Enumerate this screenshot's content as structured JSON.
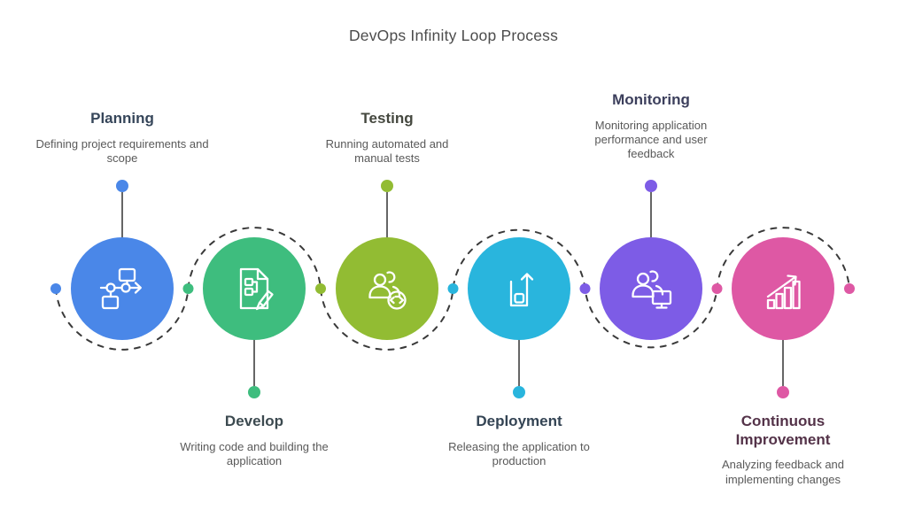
{
  "title": "DevOps Infinity Loop Process",
  "stages": [
    {
      "name": "Planning",
      "description": "Defining project requirements and scope",
      "color": "#4a87e8",
      "heading_color": "#36465a",
      "icon": "workflow-icon",
      "label_position": "top"
    },
    {
      "name": "Develop",
      "description": "Writing code and building the application",
      "color": "#3ebd7e",
      "heading_color": "#3c4a50",
      "icon": "document-edit-icon",
      "label_position": "bottom"
    },
    {
      "name": "Testing",
      "description": "Running automated and manual tests",
      "color": "#92bc33",
      "heading_color": "#45483f",
      "icon": "users-code-icon",
      "label_position": "top"
    },
    {
      "name": "Deployment",
      "description": "Releasing the application to production",
      "color": "#29b5dd",
      "heading_color": "#344454",
      "icon": "box-upload-icon",
      "label_position": "bottom"
    },
    {
      "name": "Monitoring",
      "description": "Monitoring application performance and user feedback",
      "color": "#7d5ce6",
      "heading_color": "#3c3f5c",
      "icon": "users-monitor-icon",
      "label_position": "top"
    },
    {
      "name": "Continuous Improvement",
      "description": "Analyzing feedback and implementing changes",
      "color": "#de58a4",
      "heading_color": "#543349",
      "icon": "growth-chart-icon",
      "label_position": "bottom"
    }
  ],
  "connector_dots": {
    "colors": [
      "#4a87e8",
      "#3ebd7e",
      "#92bc33",
      "#29b5dd",
      "#7d5ce6",
      "#de58a4",
      "#de58a4"
    ]
  },
  "colors": {
    "title_text": "#4c4c4c",
    "subtitle_text": "#595959",
    "dashed_line": "#3a3a3a",
    "background": "#ffffff"
  }
}
